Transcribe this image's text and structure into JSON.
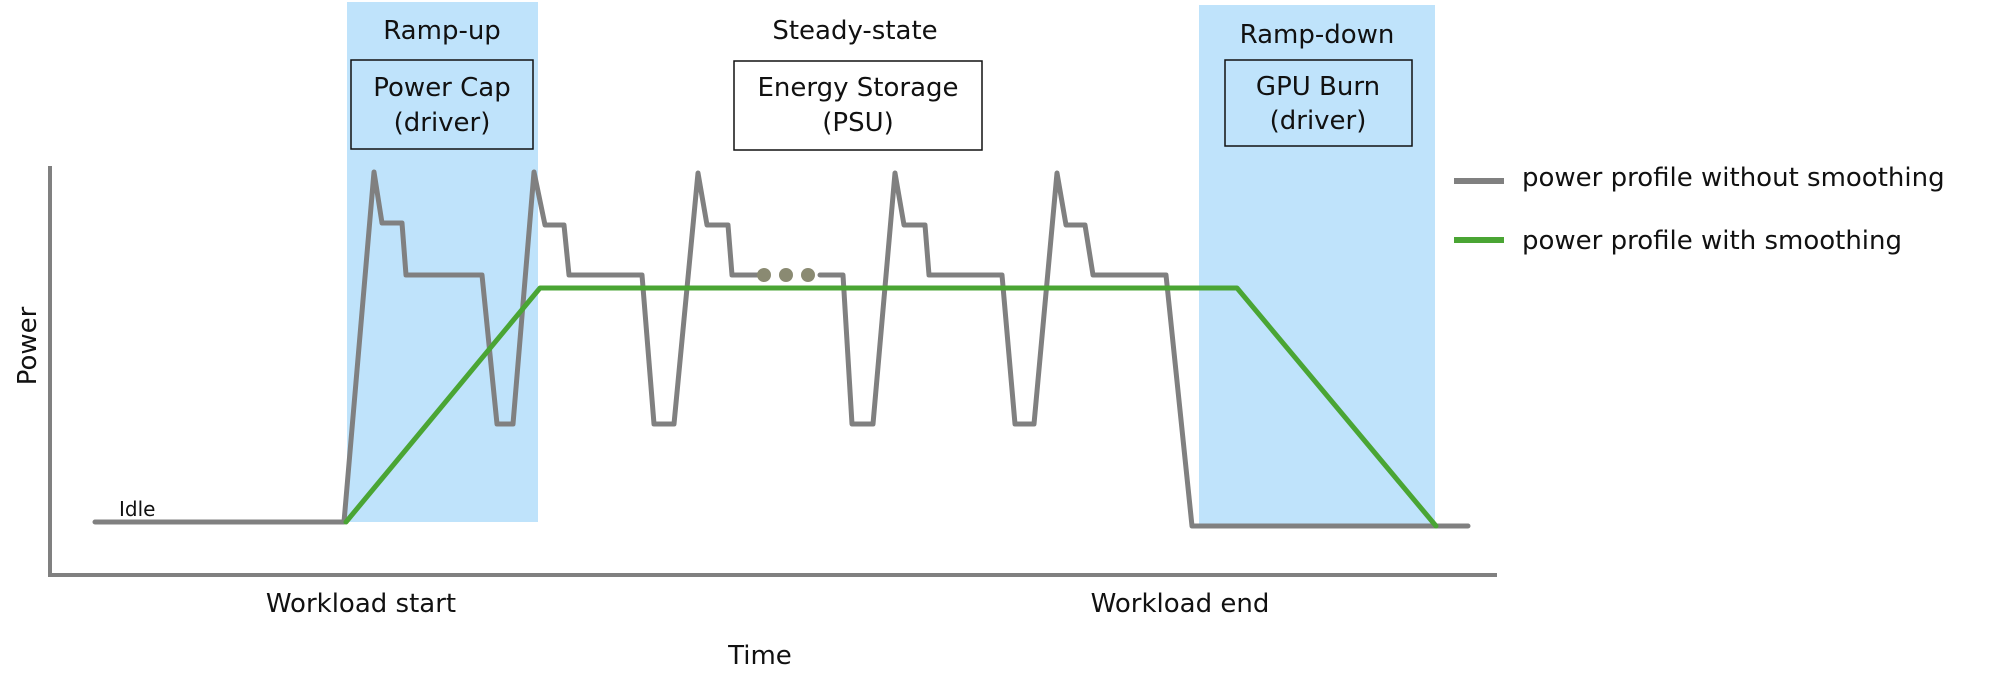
{
  "chart_data": {
    "type": "line",
    "xlabel": "Time",
    "ylabel": "Power",
    "phases": [
      {
        "name": "Ramp-up",
        "mechanism_line1": "Power Cap",
        "mechanism_line2": "(driver)",
        "highlighted": true
      },
      {
        "name": "Steady-state",
        "mechanism_line1": "Energy Storage",
        "mechanism_line2": "(PSU)",
        "highlighted": false
      },
      {
        "name": "Ramp-down",
        "mechanism_line1": "GPU Burn",
        "mechanism_line2": "(driver)",
        "highlighted": true
      }
    ],
    "x_labels": {
      "start": "Workload start",
      "end": "Workload end"
    },
    "annotations": {
      "idle": "Idle",
      "ellipsis": "• • •"
    },
    "legend": {
      "position": "right",
      "items": [
        {
          "name": "power profile without smoothing",
          "color": "#808080"
        },
        {
          "name": "power profile with smoothing",
          "color": "#4aa534"
        }
      ]
    },
    "colors": {
      "highlight": "#bfe3fb",
      "axis": "#808080"
    }
  }
}
